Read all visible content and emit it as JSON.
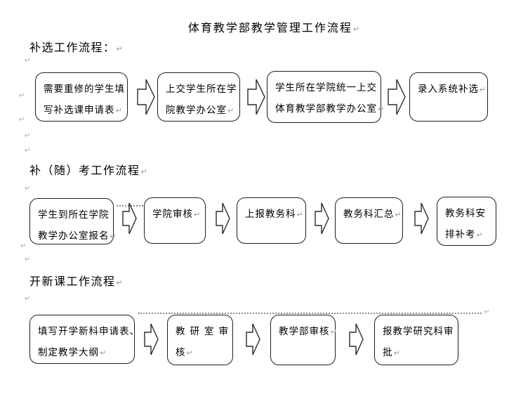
{
  "formatting": {
    "return_mark": "↵"
  },
  "title": "体育教学部教学管理工作流程",
  "sections": [
    {
      "heading": "补选工作流程：",
      "boxes": [
        {
          "lines": [
            "需要重修的学生填",
            "写补选课申请表"
          ]
        },
        {
          "lines": [
            "上交学生所在学",
            "院教学办公室"
          ]
        },
        {
          "lines": [
            "学生所在学院统一上交",
            "体育教学部教学办公室"
          ]
        },
        {
          "lines": [
            "录入系统补选"
          ]
        }
      ]
    },
    {
      "heading": "补（随）考工作流程",
      "boxes": [
        {
          "lines": [
            "学生到所在学院",
            "教学办公室报名"
          ]
        },
        {
          "lines": [
            "学院审核"
          ]
        },
        {
          "lines": [
            "上报教务科"
          ]
        },
        {
          "lines": [
            "教务科汇总"
          ]
        },
        {
          "lines": [
            "教务科安",
            "排补考"
          ]
        }
      ]
    },
    {
      "heading": "开新课工作流程",
      "boxes": [
        {
          "lines": [
            "填写开学新科申请表、",
            "制定教学大纲"
          ]
        },
        {
          "lines": [
            "教研室审",
            "核"
          ]
        },
        {
          "lines": [
            "教学部审核"
          ]
        },
        {
          "lines": [
            "报教学研究科审",
            "批"
          ]
        }
      ]
    }
  ]
}
